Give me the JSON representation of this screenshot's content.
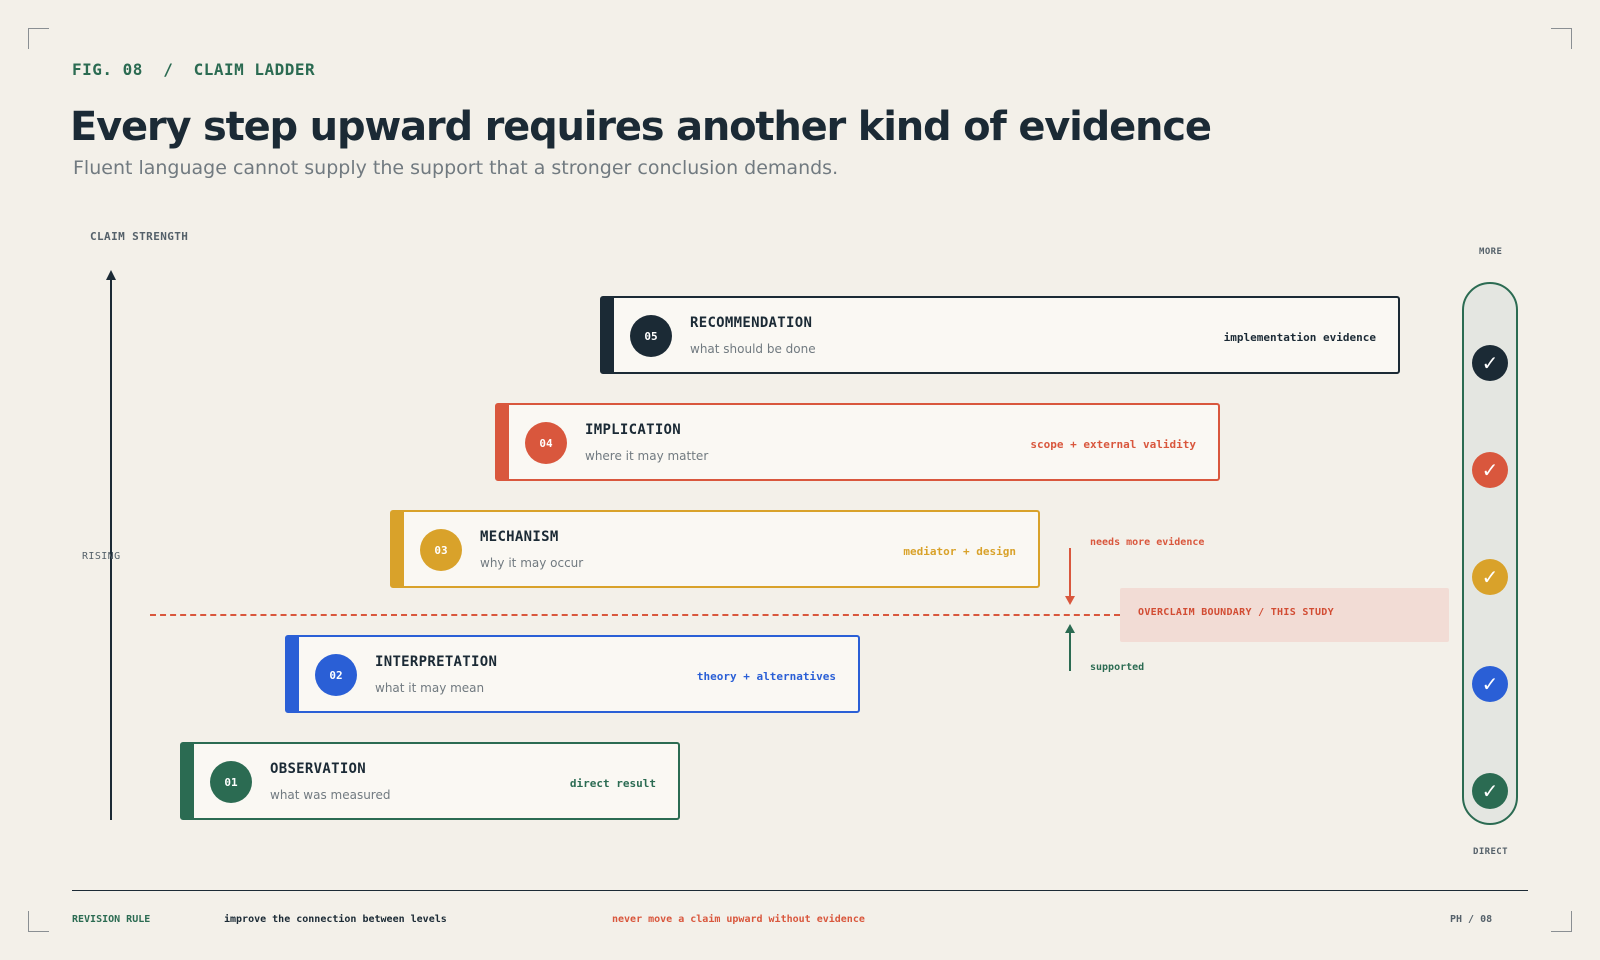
{
  "header": {
    "fig_label": "FIG. 08  /  CLAIM LADDER",
    "title": "Every step upward requires another kind of evidence",
    "subtitle": "Fluent language cannot supply the support that a stronger conclusion demands."
  },
  "axis": {
    "label": "CLAIM STRENGTH",
    "mid_label": "RISING"
  },
  "steps": [
    {
      "number": "05",
      "title": "RECOMMENDATION",
      "subtitle": "what should be done",
      "evidence": "implementation evidence",
      "color": "#1b2a35"
    },
    {
      "number": "04",
      "title": "IMPLICATION",
      "subtitle": "where it may matter",
      "evidence": "scope + external validity",
      "color": "#d9573d"
    },
    {
      "number": "03",
      "title": "MECHANISM",
      "subtitle": "why it may occur",
      "evidence": "mediator + design",
      "color": "#d9a22a"
    },
    {
      "number": "02",
      "title": "INTERPRETATION",
      "subtitle": "what it may mean",
      "evidence": "theory + alternatives",
      "color": "#2a5fd6"
    },
    {
      "number": "01",
      "title": "OBSERVATION",
      "subtitle": "what was measured",
      "evidence": "direct result",
      "color": "#2b6b52"
    }
  ],
  "boundary": {
    "label": "OVERCLAIM BOUNDARY / THIS STUDY",
    "needs_label": "needs more evidence",
    "supported_label": "supported"
  },
  "rail": {
    "top_label": "MORE",
    "bottom_label": "DIRECT",
    "check_icon": "checkmark-icon",
    "check_glyph": "✓"
  },
  "footer": {
    "rule_label": "REVISION RULE",
    "rule_text": "improve the connection between levels",
    "warning": "never move a claim upward without evidence",
    "page": "PH / 08"
  },
  "colors": {
    "ink": "#1b2a35",
    "red": "#d9573d",
    "gold": "#d9a22a",
    "blue": "#2a5fd6",
    "green": "#2b6b52",
    "background": "#f3f0e9"
  }
}
